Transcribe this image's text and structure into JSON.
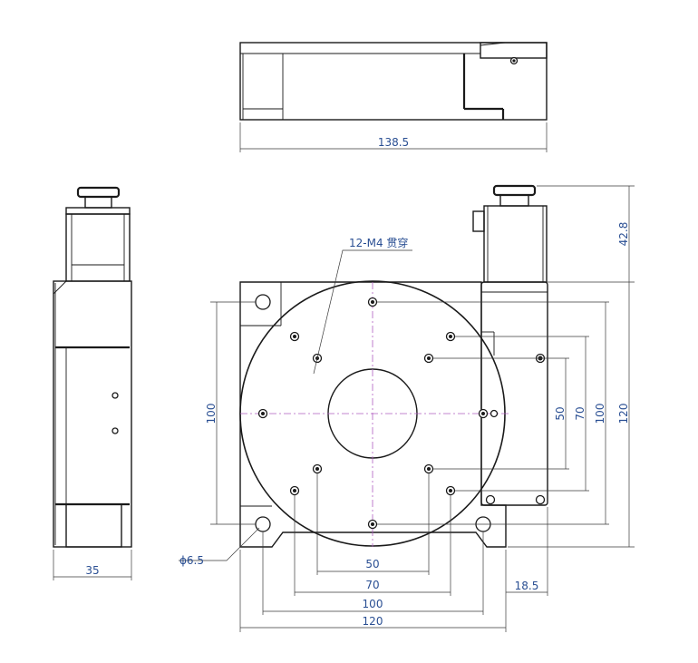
{
  "colors": {
    "outline": "#1a1a1a",
    "dimension_text": "#2a4f93",
    "center_line": "#b05cc0",
    "background": "#ffffff"
  },
  "dimensions": {
    "top_view_length": "138.5",
    "side_view_width": "35",
    "motor_height": "42.8",
    "body_height_120": "120",
    "vertical_100_left": "100",
    "vertical_100_right": "100",
    "vertical_70": "70",
    "vertical_50": "50",
    "horizontal_50": "50",
    "horizontal_70": "70",
    "horizontal_100": "100",
    "horizontal_120": "120",
    "offset_18_5": "18.5"
  },
  "annotations": {
    "hole_callout": "12-M4 贯穿",
    "corner_hole_diameter": "ϕ6.5"
  }
}
